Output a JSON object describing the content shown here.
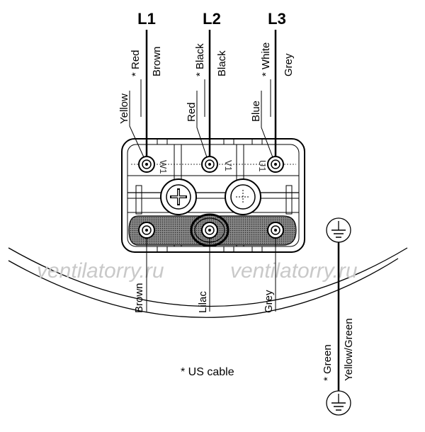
{
  "phases": {
    "l1": {
      "label": "L1",
      "us": "* Red",
      "eu": "Brown",
      "side": "Yellow"
    },
    "l2": {
      "label": "L2",
      "us": "* Black",
      "eu": "Black",
      "side": "Red"
    },
    "l3": {
      "label": "L3",
      "us": "* White",
      "eu": "Grey",
      "side": "Blue"
    }
  },
  "terminals": {
    "w1": "W1",
    "v1": "V1",
    "u1": "U1"
  },
  "bottom_wires": {
    "left": "Brown",
    "middle": "Lilac",
    "right": "Grey"
  },
  "earth": {
    "us": "* Green",
    "eu": "Yellow/Green"
  },
  "note": "* US cable",
  "watermark": {
    "left": "ventilatorry.ru",
    "right": "ventilatorry.ru"
  }
}
